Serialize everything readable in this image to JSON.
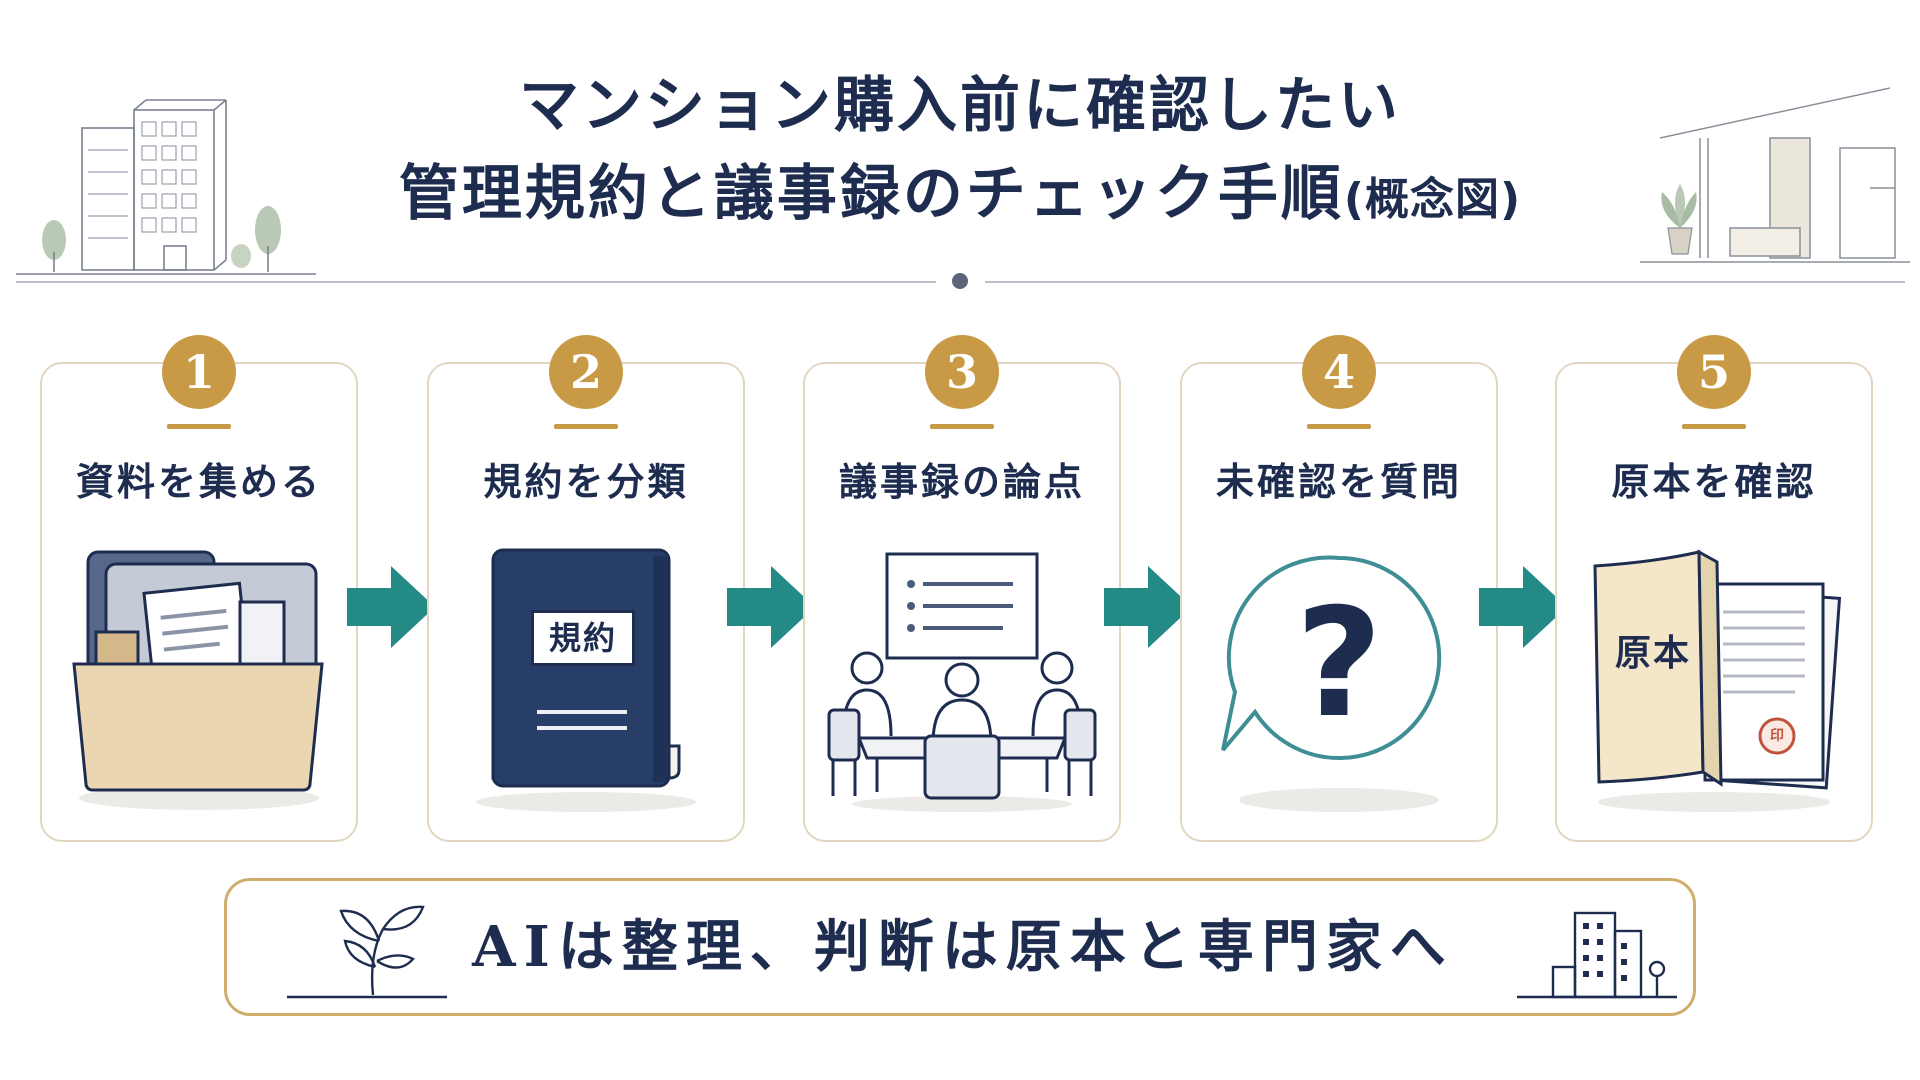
{
  "title": {
    "line1": "マンション購入前に確認したい",
    "line2_main": "管理規約と議事録のチェック手順",
    "line2_note": "(概念図)"
  },
  "steps": [
    {
      "number": "1",
      "label": "資料を集める",
      "icon": "folder-icon"
    },
    {
      "number": "2",
      "label": "規約を分類",
      "icon": "book-icon",
      "icon_text": "規約"
    },
    {
      "number": "3",
      "label": "議事録の論点",
      "icon": "meeting-icon"
    },
    {
      "number": "4",
      "label": "未確認を質問",
      "icon": "question-bubble-icon",
      "icon_text": "?"
    },
    {
      "number": "5",
      "label": "原本を確認",
      "icon": "original-document-icon",
      "icon_text": "原本",
      "seal_text": "印"
    }
  ],
  "banner": {
    "text": "AIは整理、判断は原本と専門家へ"
  },
  "colors": {
    "navy": "#1e2d4f",
    "gold": "#c99a45",
    "teal": "#248a86",
    "card_border": "#e2d6c2",
    "banner_border": "#d1ad6c"
  }
}
